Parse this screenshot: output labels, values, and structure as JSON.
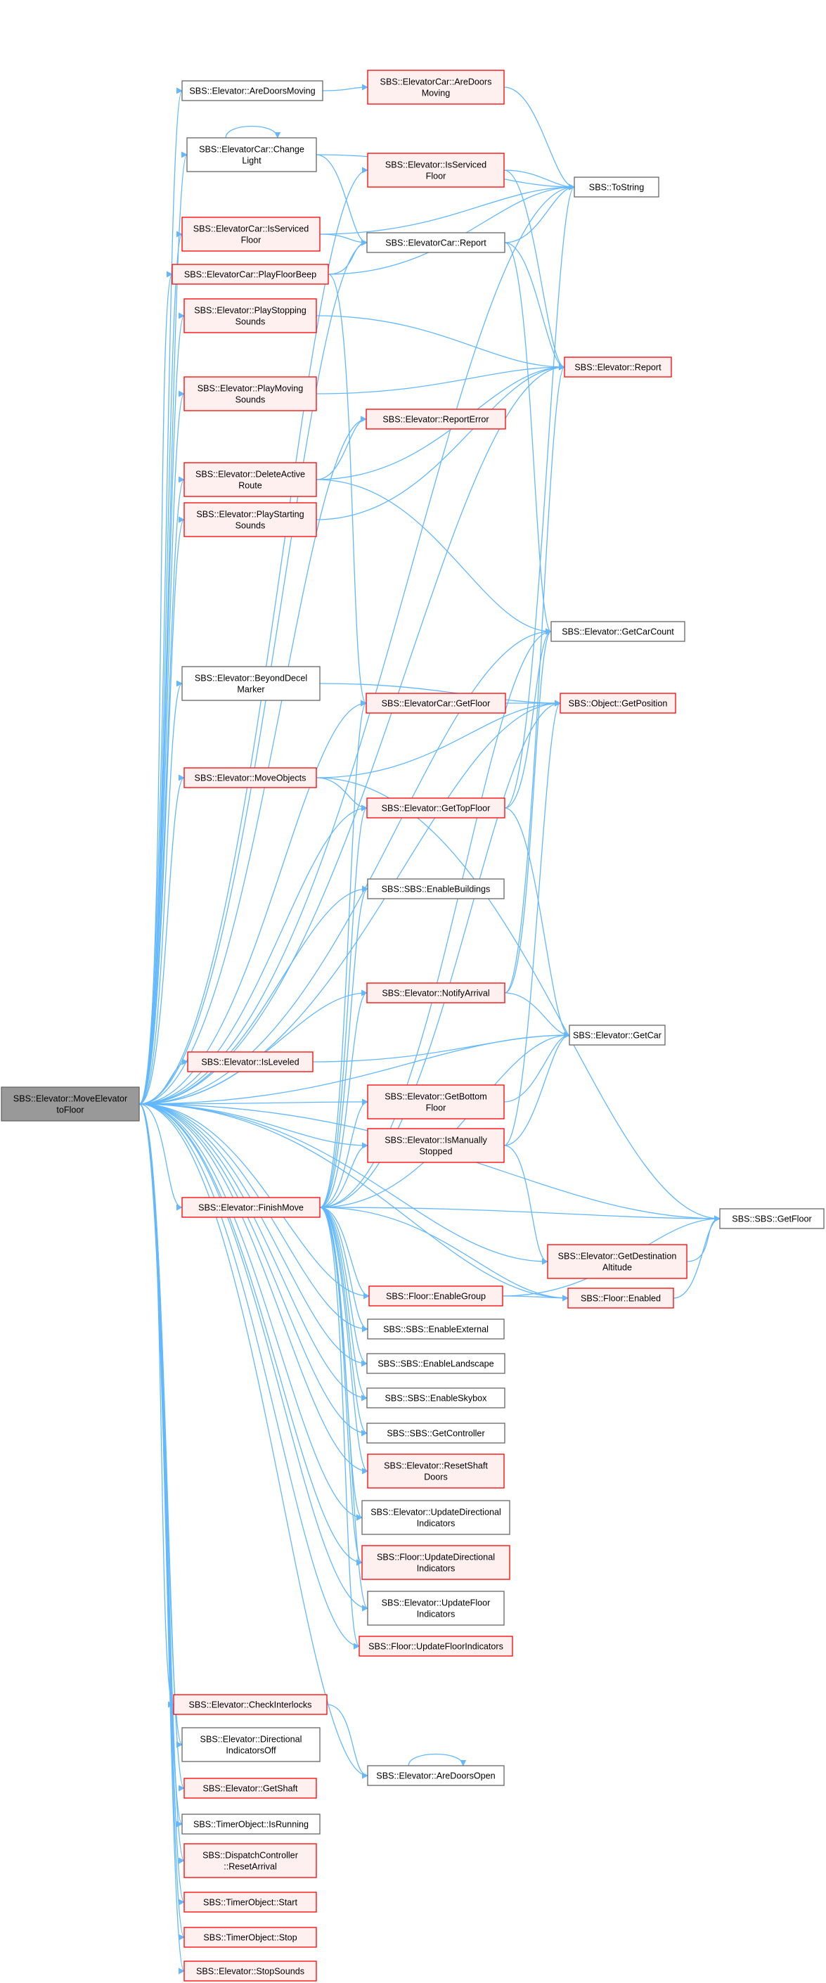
{
  "colors": {
    "edge": "#63b8ff",
    "root_fill": "#999999",
    "root_border": "#666666",
    "normal_fill": "#ffffff",
    "normal_border": "#666666",
    "linked_fill": "#fff0f0",
    "linked_border": "#ff0000"
  },
  "nodes": [
    {
      "id": "root",
      "lines": [
        "SBS::Elevator::MoveElevator",
        "toFloor"
      ],
      "style": "root"
    },
    {
      "id": "adm",
      "lines": [
        "SBS::Elevator::AreDoorsMoving"
      ],
      "style": "normal"
    },
    {
      "id": "car_adm",
      "lines": [
        "SBS::ElevatorCar::AreDoors",
        "Moving"
      ],
      "style": "linked"
    },
    {
      "id": "car_cl",
      "lines": [
        "SBS::ElevatorCar::Change",
        "Light"
      ],
      "style": "normal"
    },
    {
      "id": "el_isf",
      "lines": [
        "SBS::Elevator::IsServiced",
        "Floor"
      ],
      "style": "linked"
    },
    {
      "id": "tostring",
      "lines": [
        "SBS::ToString"
      ],
      "style": "normal"
    },
    {
      "id": "car_isf",
      "lines": [
        "SBS::ElevatorCar::IsServiced",
        "Floor"
      ],
      "style": "linked"
    },
    {
      "id": "car_rep",
      "lines": [
        "SBS::ElevatorCar::Report"
      ],
      "style": "normal"
    },
    {
      "id": "car_pfb",
      "lines": [
        "SBS::ElevatorCar::PlayFloorBeep"
      ],
      "style": "linked"
    },
    {
      "id": "pss",
      "lines": [
        "SBS::Elevator::PlayStopping",
        "Sounds"
      ],
      "style": "linked"
    },
    {
      "id": "el_rep",
      "lines": [
        "SBS::Elevator::Report"
      ],
      "style": "linked"
    },
    {
      "id": "pms",
      "lines": [
        "SBS::Elevator::PlayMoving",
        "Sounds"
      ],
      "style": "linked"
    },
    {
      "id": "reperr",
      "lines": [
        "SBS::Elevator::ReportError"
      ],
      "style": "linked"
    },
    {
      "id": "dar",
      "lines": [
        "SBS::Elevator::DeleteActive",
        "Route"
      ],
      "style": "linked"
    },
    {
      "id": "pstart",
      "lines": [
        "SBS::Elevator::PlayStarting",
        "Sounds"
      ],
      "style": "linked"
    },
    {
      "id": "gcc",
      "lines": [
        "SBS::Elevator::GetCarCount"
      ],
      "style": "normal"
    },
    {
      "id": "bdm",
      "lines": [
        "SBS::Elevator::BeyondDecel",
        "Marker"
      ],
      "style": "normal"
    },
    {
      "id": "car_gf",
      "lines": [
        "SBS::ElevatorCar::GetFloor"
      ],
      "style": "linked"
    },
    {
      "id": "getpos",
      "lines": [
        "SBS::Object::GetPosition"
      ],
      "style": "linked"
    },
    {
      "id": "mo",
      "lines": [
        "SBS::Elevator::MoveObjects"
      ],
      "style": "linked"
    },
    {
      "id": "gtf",
      "lines": [
        "SBS::Elevator::GetTopFloor"
      ],
      "style": "linked"
    },
    {
      "id": "eb",
      "lines": [
        "SBS::SBS::EnableBuildings"
      ],
      "style": "normal"
    },
    {
      "id": "na",
      "lines": [
        "SBS::Elevator::NotifyArrival"
      ],
      "style": "linked"
    },
    {
      "id": "getcar",
      "lines": [
        "SBS::Elevator::GetCar"
      ],
      "style": "normal"
    },
    {
      "id": "isl",
      "lines": [
        "SBS::Elevator::IsLeveled"
      ],
      "style": "linked"
    },
    {
      "id": "gbf",
      "lines": [
        "SBS::Elevator::GetBottom",
        "Floor"
      ],
      "style": "linked"
    },
    {
      "id": "ims",
      "lines": [
        "SBS::Elevator::IsManually",
        "Stopped"
      ],
      "style": "linked"
    },
    {
      "id": "fm",
      "lines": [
        "SBS::Elevator::FinishMove"
      ],
      "style": "linked"
    },
    {
      "id": "sbs_gf",
      "lines": [
        "SBS::SBS::GetFloor"
      ],
      "style": "normal"
    },
    {
      "id": "gda",
      "lines": [
        "SBS::Elevator::GetDestination",
        "Altitude"
      ],
      "style": "linked"
    },
    {
      "id": "fl_eg",
      "lines": [
        "SBS::Floor::EnableGroup"
      ],
      "style": "linked"
    },
    {
      "id": "fl_en",
      "lines": [
        "SBS::Floor::Enabled"
      ],
      "style": "linked"
    },
    {
      "id": "eext",
      "lines": [
        "SBS::SBS::EnableExternal"
      ],
      "style": "normal"
    },
    {
      "id": "eland",
      "lines": [
        "SBS::SBS::EnableLandscape"
      ],
      "style": "normal"
    },
    {
      "id": "esky",
      "lines": [
        "SBS::SBS::EnableSkybox"
      ],
      "style": "normal"
    },
    {
      "id": "gctrl",
      "lines": [
        "SBS::SBS::GetController"
      ],
      "style": "normal"
    },
    {
      "id": "rsd",
      "lines": [
        "SBS::Elevator::ResetShaft",
        "Doors"
      ],
      "style": "linked"
    },
    {
      "id": "el_udi",
      "lines": [
        "SBS::Elevator::UpdateDirectional",
        "Indicators"
      ],
      "style": "normal"
    },
    {
      "id": "fl_udi",
      "lines": [
        "SBS::Floor::UpdateDirectional",
        "Indicators"
      ],
      "style": "linked"
    },
    {
      "id": "el_ufi",
      "lines": [
        "SBS::Elevator::UpdateFloor",
        "Indicators"
      ],
      "style": "normal"
    },
    {
      "id": "fl_ufi",
      "lines": [
        "SBS::Floor::UpdateFloorIndicators"
      ],
      "style": "linked"
    },
    {
      "id": "cil",
      "lines": [
        "SBS::Elevator::CheckInterlocks"
      ],
      "style": "linked"
    },
    {
      "id": "dio",
      "lines": [
        "SBS::Elevator::Directional",
        "IndicatorsOff"
      ],
      "style": "normal"
    },
    {
      "id": "ado",
      "lines": [
        "SBS::Elevator::AreDoorsOpen"
      ],
      "style": "normal"
    },
    {
      "id": "gshaft",
      "lines": [
        "SBS::Elevator::GetShaft"
      ],
      "style": "linked"
    },
    {
      "id": "tor",
      "lines": [
        "SBS::TimerObject::IsRunning"
      ],
      "style": "normal"
    },
    {
      "id": "dcra",
      "lines": [
        "SBS::DispatchController",
        "::ResetArrival"
      ],
      "style": "linked"
    },
    {
      "id": "tstart",
      "lines": [
        "SBS::TimerObject::Start"
      ],
      "style": "linked"
    },
    {
      "id": "tstop",
      "lines": [
        "SBS::TimerObject::Stop"
      ],
      "style": "linked"
    },
    {
      "id": "ssnd",
      "lines": [
        "SBS::Elevator::StopSounds"
      ],
      "style": "linked"
    }
  ],
  "edges": [
    [
      "root",
      "adm"
    ],
    [
      "root",
      "car_cl"
    ],
    [
      "root",
      "el_isf"
    ],
    [
      "root",
      "tostring"
    ],
    [
      "root",
      "car_isf"
    ],
    [
      "root",
      "car_rep"
    ],
    [
      "root",
      "car_pfb"
    ],
    [
      "root",
      "pss"
    ],
    [
      "root",
      "el_rep"
    ],
    [
      "root",
      "pms"
    ],
    [
      "root",
      "reperr"
    ],
    [
      "root",
      "dar"
    ],
    [
      "root",
      "pstart"
    ],
    [
      "root",
      "sbs_gf"
    ],
    [
      "root",
      "gcc"
    ],
    [
      "root",
      "getpos"
    ],
    [
      "root",
      "bdm"
    ],
    [
      "root",
      "car_gf"
    ],
    [
      "root",
      "mo"
    ],
    [
      "root",
      "gtf"
    ],
    [
      "root",
      "getcar"
    ],
    [
      "root",
      "eb"
    ],
    [
      "root",
      "na"
    ],
    [
      "root",
      "isl"
    ],
    [
      "root",
      "gbf"
    ],
    [
      "root",
      "ims"
    ],
    [
      "root",
      "fm"
    ],
    [
      "root",
      "gda"
    ],
    [
      "root",
      "fl_en"
    ],
    [
      "root",
      "fl_eg"
    ],
    [
      "root",
      "eext"
    ],
    [
      "root",
      "eland"
    ],
    [
      "root",
      "esky"
    ],
    [
      "root",
      "gctrl"
    ],
    [
      "root",
      "rsd"
    ],
    [
      "root",
      "el_udi"
    ],
    [
      "root",
      "fl_udi"
    ],
    [
      "root",
      "el_ufi"
    ],
    [
      "root",
      "fl_ufi"
    ],
    [
      "root",
      "cil"
    ],
    [
      "root",
      "dio"
    ],
    [
      "root",
      "ado"
    ],
    [
      "root",
      "gshaft"
    ],
    [
      "root",
      "tor"
    ],
    [
      "root",
      "dcra"
    ],
    [
      "root",
      "tstart"
    ],
    [
      "root",
      "tstop"
    ],
    [
      "root",
      "ssnd"
    ],
    [
      "adm",
      "car_adm"
    ],
    [
      "car_adm",
      "tostring"
    ],
    [
      "car_cl",
      "car_cl"
    ],
    [
      "car_cl",
      "tostring"
    ],
    [
      "car_cl",
      "car_rep"
    ],
    [
      "el_isf",
      "tostring"
    ],
    [
      "el_isf",
      "el_rep"
    ],
    [
      "car_isf",
      "car_rep"
    ],
    [
      "car_isf",
      "tostring"
    ],
    [
      "car_rep",
      "tostring"
    ],
    [
      "car_rep",
      "el_rep"
    ],
    [
      "car_rep",
      "gcc"
    ],
    [
      "car_pfb",
      "car_rep"
    ],
    [
      "car_pfb",
      "tostring"
    ],
    [
      "car_pfb",
      "car_gf"
    ],
    [
      "pss",
      "el_rep"
    ],
    [
      "pms",
      "el_rep"
    ],
    [
      "dar",
      "reperr"
    ],
    [
      "dar",
      "el_rep"
    ],
    [
      "dar",
      "gcc"
    ],
    [
      "pstart",
      "el_rep"
    ],
    [
      "bdm",
      "getpos"
    ],
    [
      "car_gf",
      "getpos"
    ],
    [
      "mo",
      "getpos"
    ],
    [
      "mo",
      "gtf"
    ],
    [
      "mo",
      "sbs_gf"
    ],
    [
      "gtf",
      "gcc"
    ],
    [
      "gtf",
      "tostring"
    ],
    [
      "gtf",
      "getcar"
    ],
    [
      "na",
      "getcar"
    ],
    [
      "na",
      "el_rep"
    ],
    [
      "na",
      "gcc"
    ],
    [
      "isl",
      "getcar"
    ],
    [
      "gbf",
      "getcar"
    ],
    [
      "ims",
      "getcar"
    ],
    [
      "ims",
      "gda"
    ],
    [
      "ims",
      "getpos"
    ],
    [
      "fm",
      "car_gf"
    ],
    [
      "fm",
      "gtf"
    ],
    [
      "fm",
      "eb"
    ],
    [
      "fm",
      "na"
    ],
    [
      "fm",
      "gbf"
    ],
    [
      "fm",
      "ims"
    ],
    [
      "fm",
      "sbs_gf"
    ],
    [
      "fm",
      "getcar"
    ],
    [
      "fm",
      "gcc"
    ],
    [
      "fm",
      "fl_eg"
    ],
    [
      "fm",
      "fl_en"
    ],
    [
      "fm",
      "eext"
    ],
    [
      "fm",
      "eland"
    ],
    [
      "fm",
      "esky"
    ],
    [
      "fm",
      "gctrl"
    ],
    [
      "fm",
      "rsd"
    ],
    [
      "fm",
      "el_udi"
    ],
    [
      "fm",
      "fl_udi"
    ],
    [
      "fm",
      "el_ufi"
    ],
    [
      "fm",
      "fl_ufi"
    ],
    [
      "fm",
      "getpos"
    ],
    [
      "gda",
      "sbs_gf"
    ],
    [
      "fl_eg",
      "fl_en"
    ],
    [
      "fl_eg",
      "sbs_gf"
    ],
    [
      "fl_en",
      "sbs_gf"
    ],
    [
      "cil",
      "ado"
    ],
    [
      "ado",
      "ado"
    ]
  ]
}
